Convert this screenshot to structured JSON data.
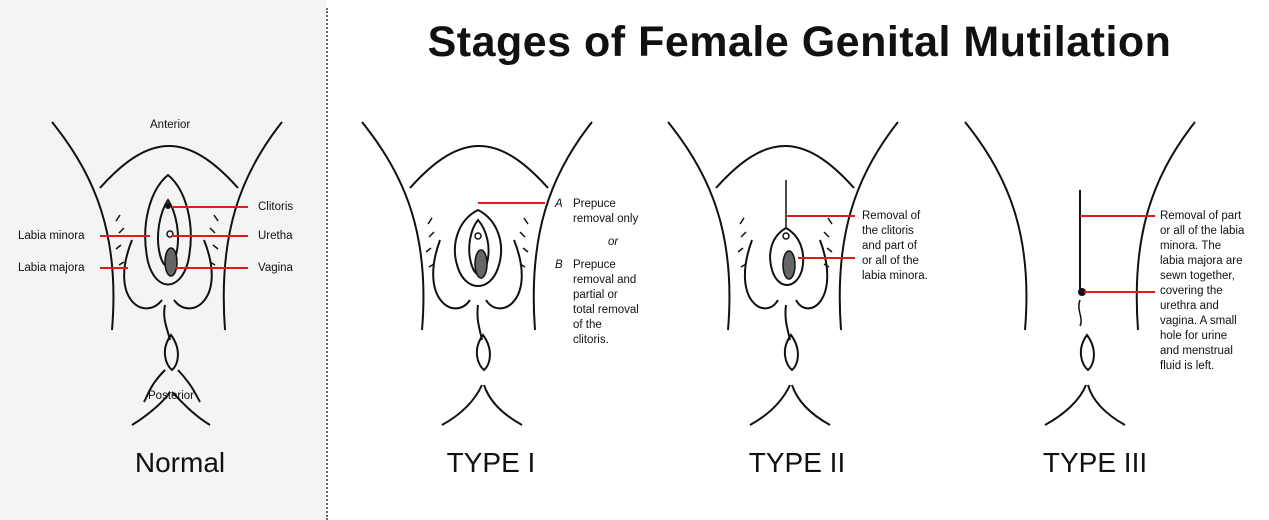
{
  "title": "Stages of Female Genital Mutilation",
  "colors": {
    "leader_line": "#e01b1b",
    "normal_panel_bg": "#f4f4f4"
  },
  "normal": {
    "label": "Normal",
    "anterior": "Anterior",
    "posterior": "Posterior",
    "clitoris": "Clitoris",
    "urethra": "Uretha",
    "vagina": "Vagina",
    "labia_minora": "Labia minora",
    "labia_majora": "Labia majora"
  },
  "type1": {
    "label": "TYPE I",
    "a_letter": "A",
    "a_text": "Prepuce\nremoval only",
    "or_text": "or",
    "b_letter": "B",
    "b_text": "Prepuce\nremoval and\npartial or\ntotal removal\nof the\nclitoris."
  },
  "type2": {
    "label": "TYPE II",
    "text": "Removal of\nthe clitoris\nand part of\nor all of the\nlabia minora."
  },
  "type3": {
    "label": "TYPE III",
    "text": "Removal of part\nor all of the labia\nminora. The\nlabia majora are\nsewn together,\ncovering the\nurethra and\nvagina. A small\nhole for urine\nand menstrual\nfluid is left."
  }
}
